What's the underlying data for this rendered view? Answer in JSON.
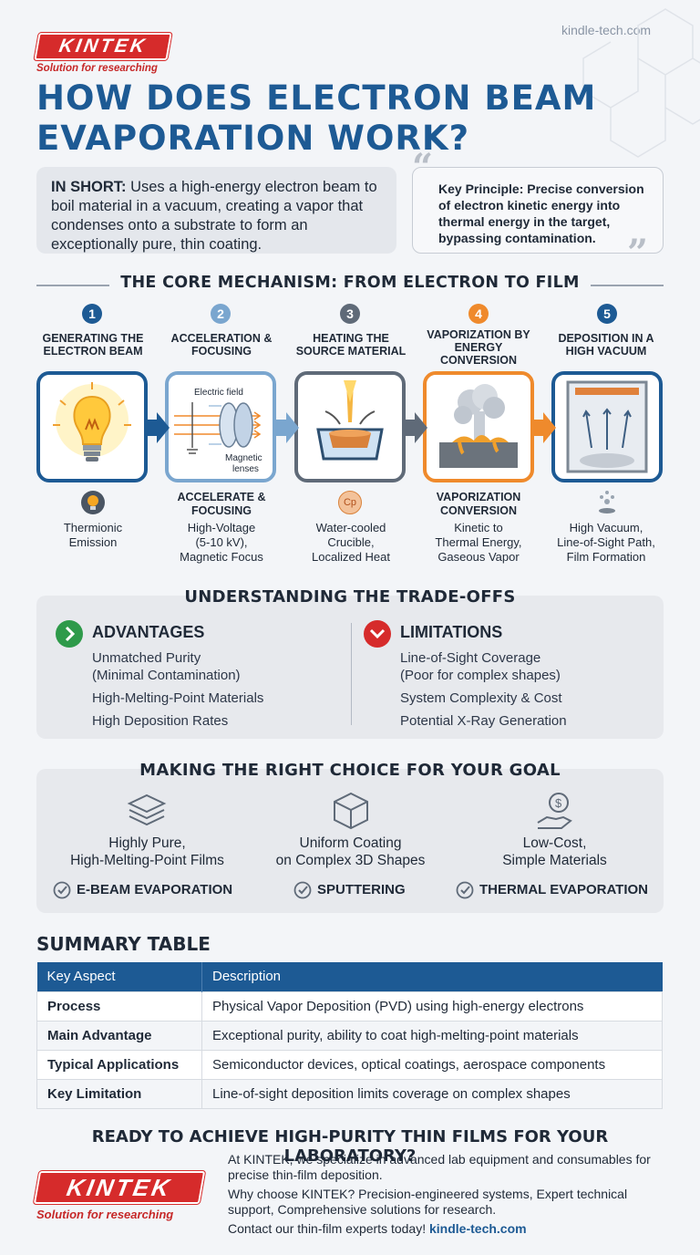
{
  "header": {
    "logo_text": "KINTEK",
    "logo_tagline": "Solution for researching",
    "site_url": "kindle-tech.com",
    "title_line1": "HOW DOES ELECTRON BEAM",
    "title_line2": "EVAPORATION WORK?"
  },
  "summary": {
    "short_label": "IN SHORT:",
    "short_text": " Uses a high-energy electron beam to boil material in a vacuum, creating a vapor that condenses onto a substrate to form an exceptionally pure, thin coating.",
    "key_principle": "Key Principle: Precise conversion of electron kinetic energy into thermal energy in the target, bypassing contamination."
  },
  "mechanism": {
    "title": "THE CORE MECHANISM: FROM ELECTRON TO FILM",
    "steps": [
      {
        "num": "1",
        "title": "GENERATING THE ELECTRON BEAM",
        "sub": "",
        "desc1": "Thermionic",
        "desc2": "Emission",
        "desc3": ""
      },
      {
        "num": "2",
        "title": "ACCELERATION & FOCUSING",
        "sub": "ACCELERATE & FOCUSING",
        "desc1": "High-Voltage",
        "desc2": "(5-10 kV),",
        "desc3": "Magnetic Focus"
      },
      {
        "num": "3",
        "title": "HEATING THE SOURCE MATERIAL",
        "sub": "",
        "desc1": "Water-cooled",
        "desc2": "Crucible,",
        "desc3": "Localized Heat"
      },
      {
        "num": "4",
        "title": "VAPORIZATION BY ENERGY CONVERSION",
        "sub": "VAPORIZATION CONVERSION",
        "desc1": "Kinetic to",
        "desc2": "Thermal Energy,",
        "desc3": "Gaseous Vapor"
      },
      {
        "num": "5",
        "title": "DEPOSITION IN A HIGH VACUUM",
        "sub": "",
        "desc1": "High Vacuum,",
        "desc2": "Line-of-Sight Path,",
        "desc3": "Film Formation"
      }
    ],
    "diagram_labels": {
      "electric_field": "Electric field",
      "magnetic": "Magnetic",
      "lenses": "lenses",
      "crucible_icon": "Cp"
    },
    "accent_blue": "#1d5a94",
    "accent_orange": "#ef8a2c"
  },
  "tradeoffs": {
    "title": "UNDERSTANDING THE TRADE-OFFS",
    "advantages_title": "ADVANTAGES",
    "advantages": [
      "Unmatched Purity",
      "(Minimal Contamination)",
      "High-Melting-Point Materials",
      "High Deposition Rates"
    ],
    "limitations_title": "LIMITATIONS",
    "limitations": [
      "Line-of-Sight Coverage",
      "(Poor for complex shapes)",
      "System Complexity & Cost",
      "Potential X-Ray Generation"
    ]
  },
  "goals": {
    "title": "MAKING THE RIGHT CHOICE FOR YOUR GOAL",
    "items": [
      {
        "icon": "layers-icon",
        "line1": "Highly Pure,",
        "line2": "High-Melting-Point Films",
        "tech": "E-BEAM EVAPORATION"
      },
      {
        "icon": "cube-icon",
        "line1": "Uniform Coating",
        "line2": "on Complex 3D Shapes",
        "tech": "SPUTTERING"
      },
      {
        "icon": "money-hand-icon",
        "line1": "Low-Cost,",
        "line2": "Simple Materials",
        "tech": "THERMAL EVAPORATION"
      }
    ]
  },
  "table": {
    "title": "SUMMARY TABLE",
    "headers": [
      "Key Aspect",
      "Description"
    ],
    "rows": [
      [
        "Process",
        "Physical Vapor Deposition (PVD) using high-energy electrons"
      ],
      [
        "Main Advantage",
        "Exceptional purity, ability to coat high-melting-point materials"
      ],
      [
        "Typical Applications",
        "Semiconductor devices, optical coatings, aerospace components"
      ],
      [
        "Key Limitation",
        "Line-of-sight deposition limits coverage on complex shapes"
      ]
    ]
  },
  "footer": {
    "cta": "READY TO ACHIEVE HIGH-PURITY THIN FILMS FOR YOUR LABORATORY?",
    "para1": "At KINTEK, we specialize in advanced lab equipment and consumables for precise thin-film deposition.",
    "para2": "Why choose KINTEK? Precision-engineered systems, Expert technical support, Comprehensive solutions for research.",
    "contact": "Contact our thin-film experts today! ",
    "contact_link": "kindle-tech.com"
  }
}
